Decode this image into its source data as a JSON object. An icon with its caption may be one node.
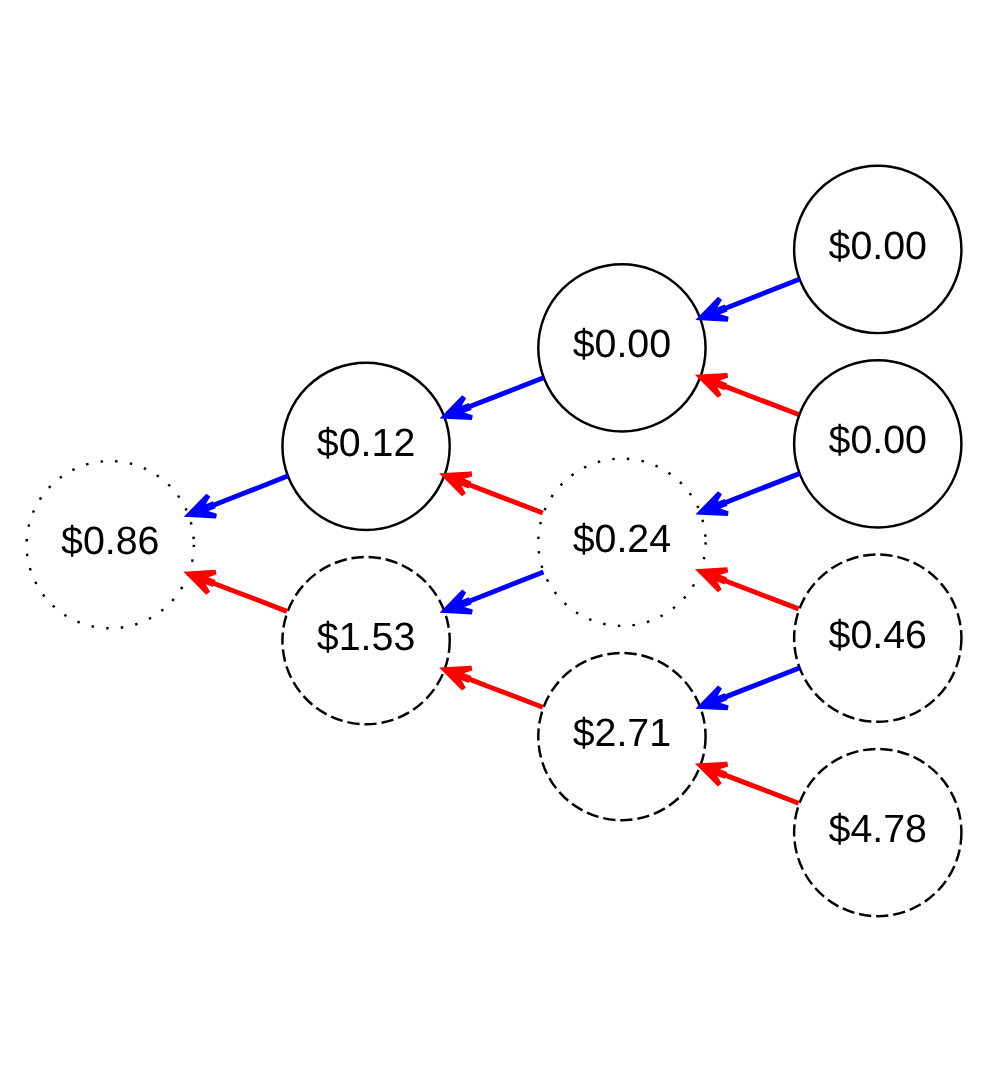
{
  "diagram": {
    "nodes": [
      {
        "text": [
          "$0.86"
        ]
      },
      {
        "text": [
          "$0.12"
        ]
      },
      {
        "text": [
          "$1.53"
        ]
      },
      {
        "text": [
          "$0.00"
        ]
      },
      {
        "text": [
          "$0.24"
        ]
      },
      {
        "text": [
          "$2.71"
        ]
      },
      {
        "text": [
          "$0.00"
        ]
      },
      {
        "text": [
          "$0.00"
        ]
      },
      {
        "text": [
          "$0.46"
        ]
      },
      {
        "text": [
          "$4.78"
        ]
      }
    ],
    "edges": [
      {
        "from": 6,
        "to": 3,
        "arrow": "to",
        "color": "#0000ff"
      },
      {
        "from": 3,
        "to": 1,
        "arrow": "to",
        "color": "#0000ff"
      },
      {
        "from": 7,
        "to": 3,
        "arrow": "to",
        "color": "#ff0000"
      },
      {
        "from": 7,
        "to": 4,
        "arrow": "to",
        "color": "#0000ff"
      },
      {
        "from": 1,
        "to": 0,
        "arrow": "to",
        "color": "#0000ff"
      },
      {
        "from": 4,
        "to": 1,
        "arrow": "to",
        "color": "#ff0000"
      },
      {
        "from": 4,
        "to": 2,
        "arrow": "to",
        "color": "#0000ff"
      },
      {
        "from": 2,
        "to": 0,
        "arrow": "to",
        "color": "#ff0000"
      },
      {
        "from": 8,
        "to": 4,
        "arrow": "to",
        "color": "#ff0000"
      },
      {
        "from": 8,
        "to": 5,
        "arrow": "to",
        "color": "#0000ff"
      },
      {
        "from": 5,
        "to": 2,
        "arrow": "to",
        "color": "#ff0000"
      },
      {
        "from": 9,
        "to": 5,
        "arrow": "to",
        "color": "#ff0000"
      }
    ]
  }
}
